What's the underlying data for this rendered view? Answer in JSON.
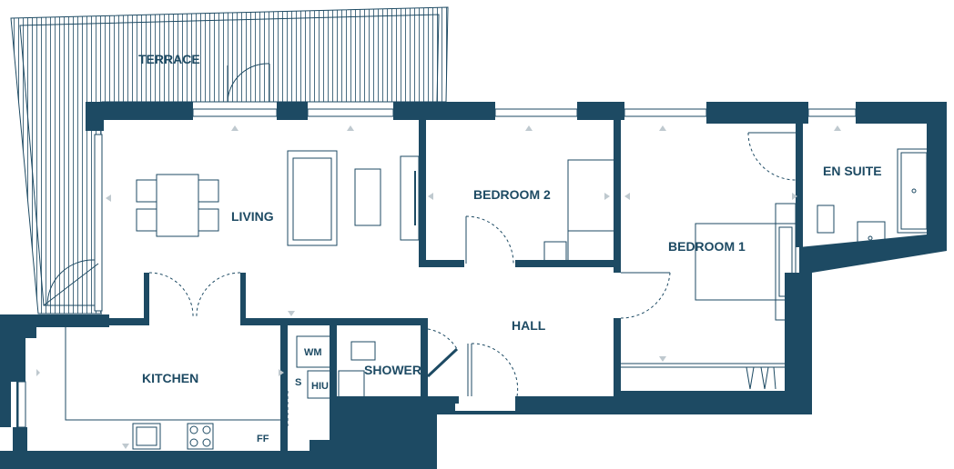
{
  "colors": {
    "wall": "#1d4a63",
    "line": "#1d4a63",
    "background": "#ffffff"
  },
  "rooms": {
    "terrace": "TERRACE",
    "living": "LIVING",
    "bedroom2": "BEDROOM 2",
    "bedroom1": "BEDROOM 1",
    "ensuite": "EN SUITE",
    "kitchen": "KITCHEN",
    "hall": "HALL",
    "shower": "SHOWER"
  },
  "fixtures": {
    "wm": "WM",
    "hiu": "HIU",
    "s": "S",
    "ff": "FF"
  }
}
